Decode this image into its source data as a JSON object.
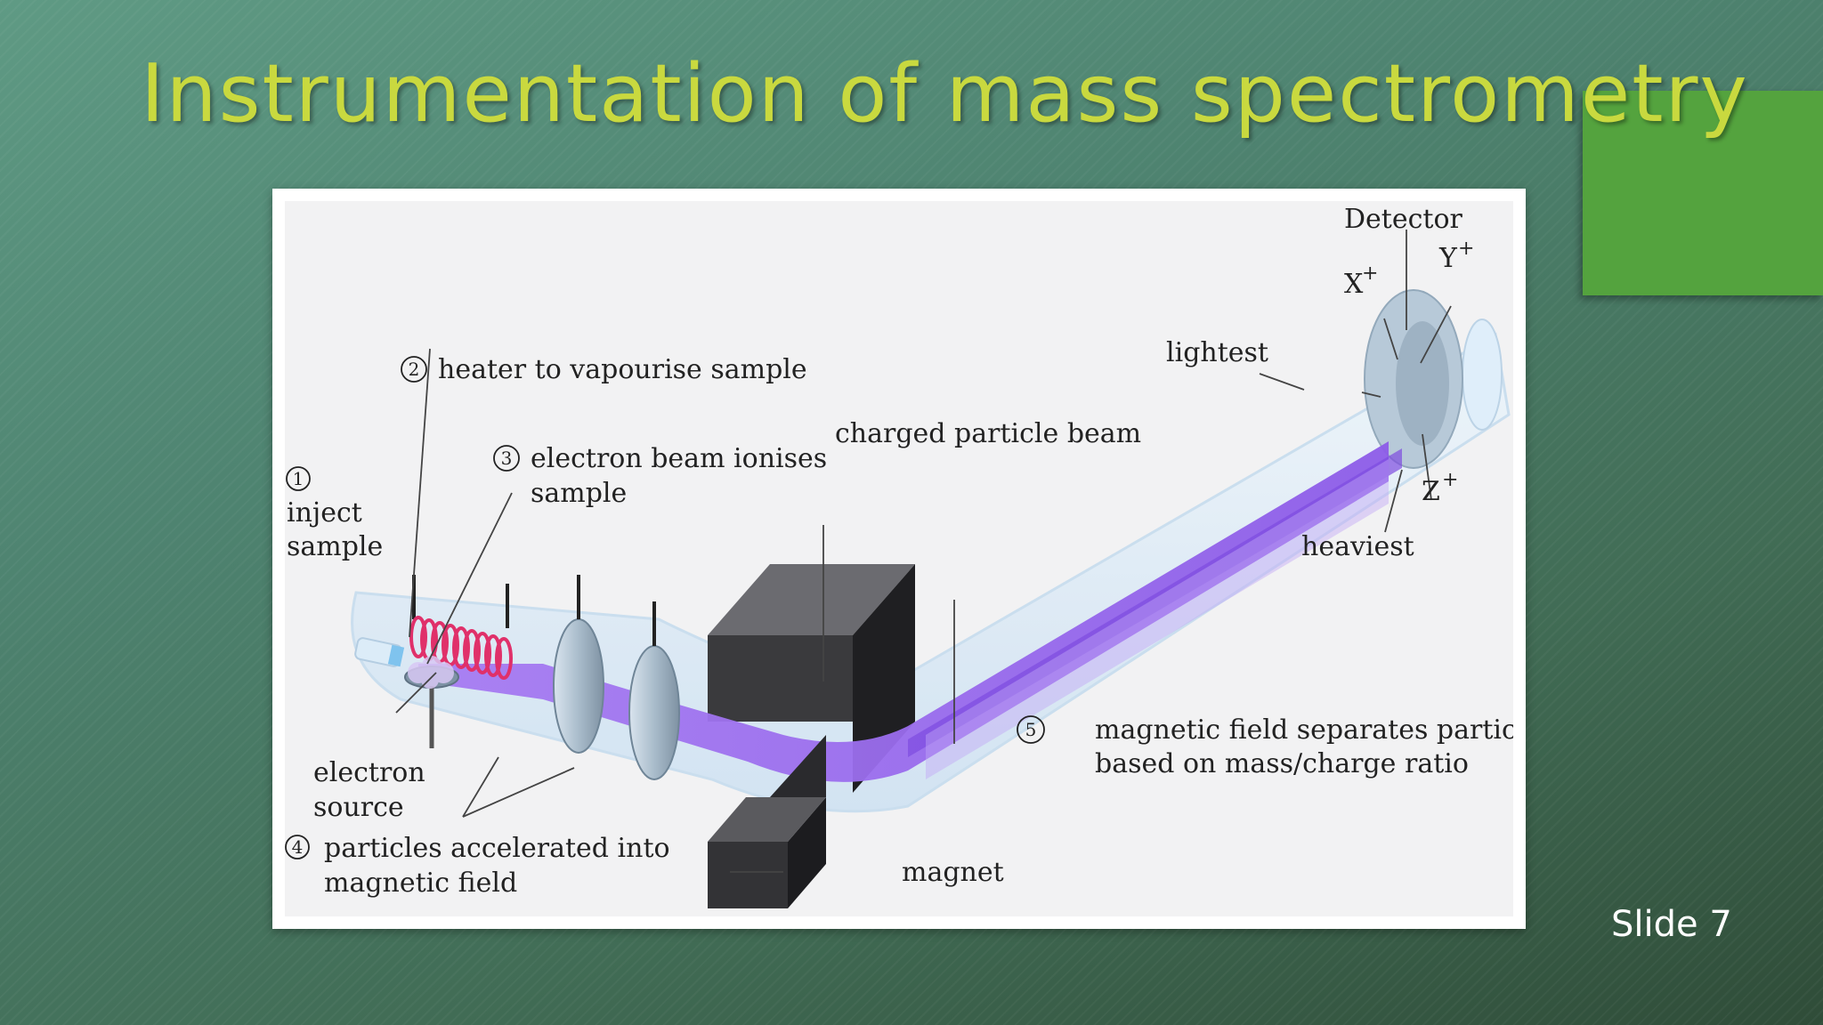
{
  "slide": {
    "title": "Instrumentation of mass spectrometry",
    "number_label": "Slide 7",
    "colors": {
      "title": "#c9d93f",
      "accent": "#54a33e",
      "beam": "#9966ee",
      "heater_coil": "#e0306a",
      "magnet": "#3a3a3c"
    }
  },
  "diagram": {
    "steps": {
      "s1": {
        "num": "1",
        "line1": "inject",
        "line2": "sample"
      },
      "s2": {
        "num": "2",
        "text": "heater to vapourise sample"
      },
      "s3": {
        "num": "3",
        "line1": "electron beam ionises",
        "line2": "sample"
      },
      "s4": {
        "num": "4",
        "line1": "particles accelerated into",
        "line2": "magnetic field"
      },
      "s5": {
        "num": "5",
        "line1": "magnetic field separates particles",
        "line2": "based on mass/charge ratio"
      }
    },
    "labels": {
      "electron_source_1": "electron",
      "electron_source_2": "source",
      "charged_beam": "charged particle beam",
      "magnet": "magnet",
      "detector": "Detector",
      "lightest": "lightest",
      "heaviest": "heaviest",
      "ion_x": "X",
      "ion_y": "Y",
      "ion_z": "Z",
      "charge": "+"
    }
  }
}
